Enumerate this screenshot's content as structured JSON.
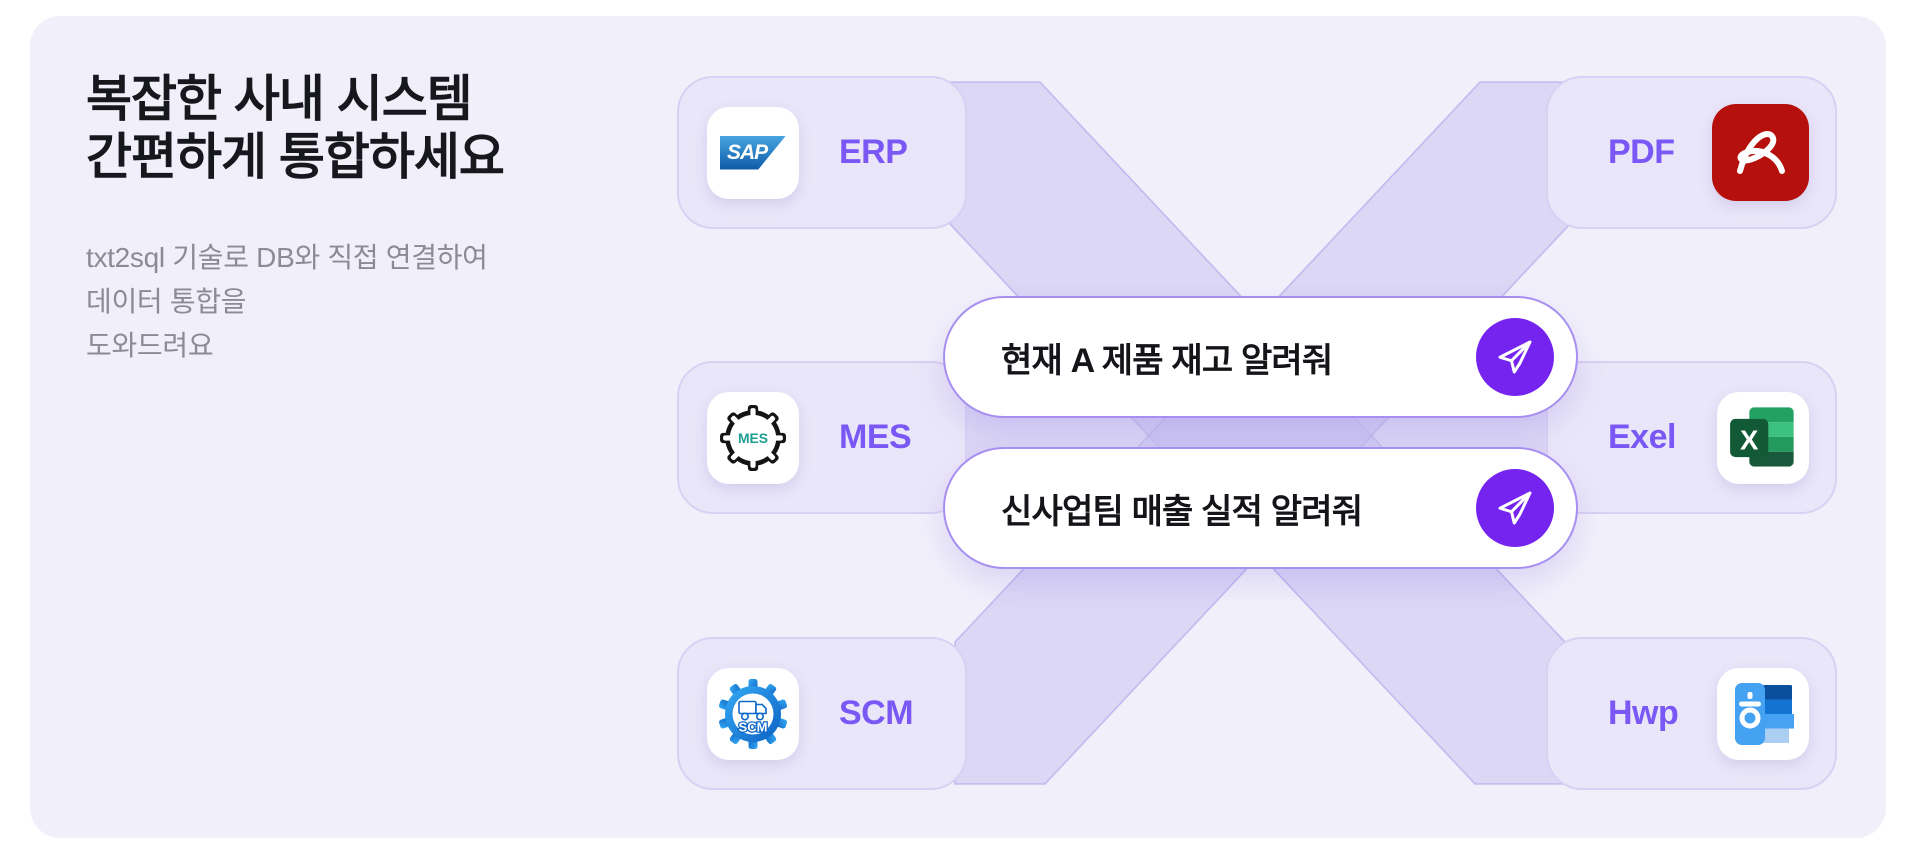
{
  "hero": {
    "title_line1": "복잡한 사내 시스템",
    "title_line2": "간편하게 통합하세요",
    "subtitle_line1": "txt2sql 기술로 DB와 직접 연결하여",
    "subtitle_line2": "데이터 통합을",
    "subtitle_line3": "도와드려요"
  },
  "sources": [
    {
      "label": "ERP",
      "icon": "sap-logo-icon",
      "icon_text": "SAP"
    },
    {
      "label": "MES",
      "icon": "mes-gear-icon",
      "icon_text": "MES"
    },
    {
      "label": "SCM",
      "icon": "scm-gear-truck-icon",
      "icon_text": "SCM"
    }
  ],
  "outputs": [
    {
      "label": "PDF",
      "icon": "adobe-acrobat-icon",
      "icon_text": ""
    },
    {
      "label": "Exel",
      "icon": "excel-icon",
      "icon_text": "X"
    },
    {
      "label": "Hwp",
      "icon": "hwp-icon",
      "icon_text": ""
    }
  ],
  "queries": [
    {
      "text": "현재 A 제품 재고 알려줘",
      "action_icon": "send-icon"
    },
    {
      "text": "신사업팀 매출 실적 알려줘",
      "action_icon": "send-icon"
    }
  ],
  "colors": {
    "panel_bg": "#f1f0fa",
    "card_bg": "#eae6f9",
    "card_border": "#d9d0f3",
    "ribbon": "#d6d0f1",
    "accent_purple": "#7a58f5",
    "send_button_purple": "#7524f0",
    "pill_border": "#a78ff2",
    "title_text": "#17171e",
    "subtitle_text": "#8b8b95",
    "sap_blue": "#0e5aa7",
    "adobe_red": "#b6100c",
    "excel_green": "#185c37",
    "hwp_blue": "#45a1f2",
    "mes_teal": "#1d9e92",
    "scm_blue": "#0c61c3"
  }
}
